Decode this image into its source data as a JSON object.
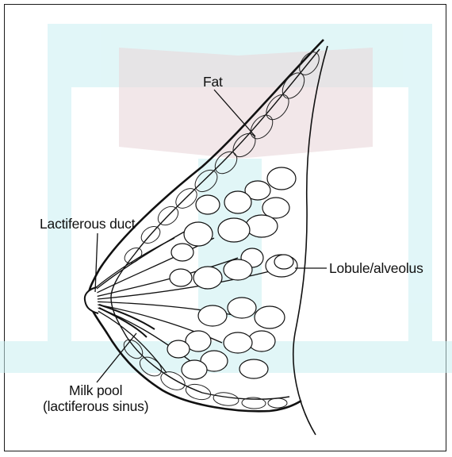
{
  "labels": {
    "fat": "Fat",
    "lactiferous_duct": "Lactiferous duct",
    "lobule_alveolus": "Lobule/alveolus",
    "milk_pool_line1": "Milk pool",
    "milk_pool_line2": "(lactiferous sinus)"
  },
  "colors": {
    "watermark": "#a9e6ec",
    "watermark_dark": "#b38b93",
    "ink": "#111111",
    "border": "#1a1a1a"
  }
}
